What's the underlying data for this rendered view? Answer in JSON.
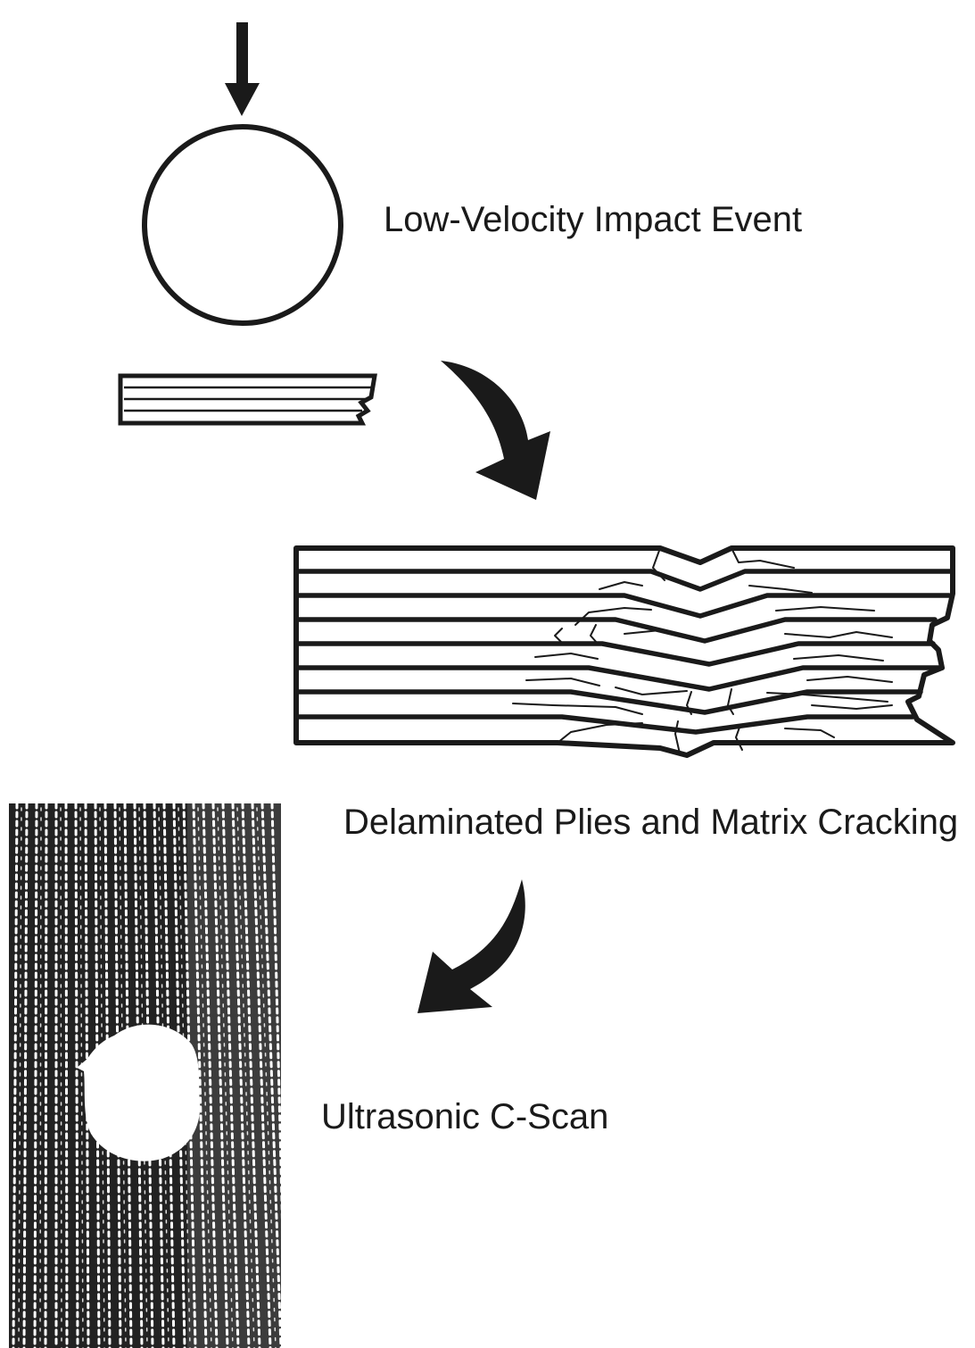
{
  "diagram": {
    "stages": [
      {
        "label": "Low-Velocity Impact Event"
      },
      {
        "label": "Delaminated Plies and Matrix Cracking"
      },
      {
        "label": "Ultrasonic C-Scan"
      }
    ],
    "colors": {
      "ink": "#1a1a1a",
      "background": "#ffffff"
    }
  }
}
